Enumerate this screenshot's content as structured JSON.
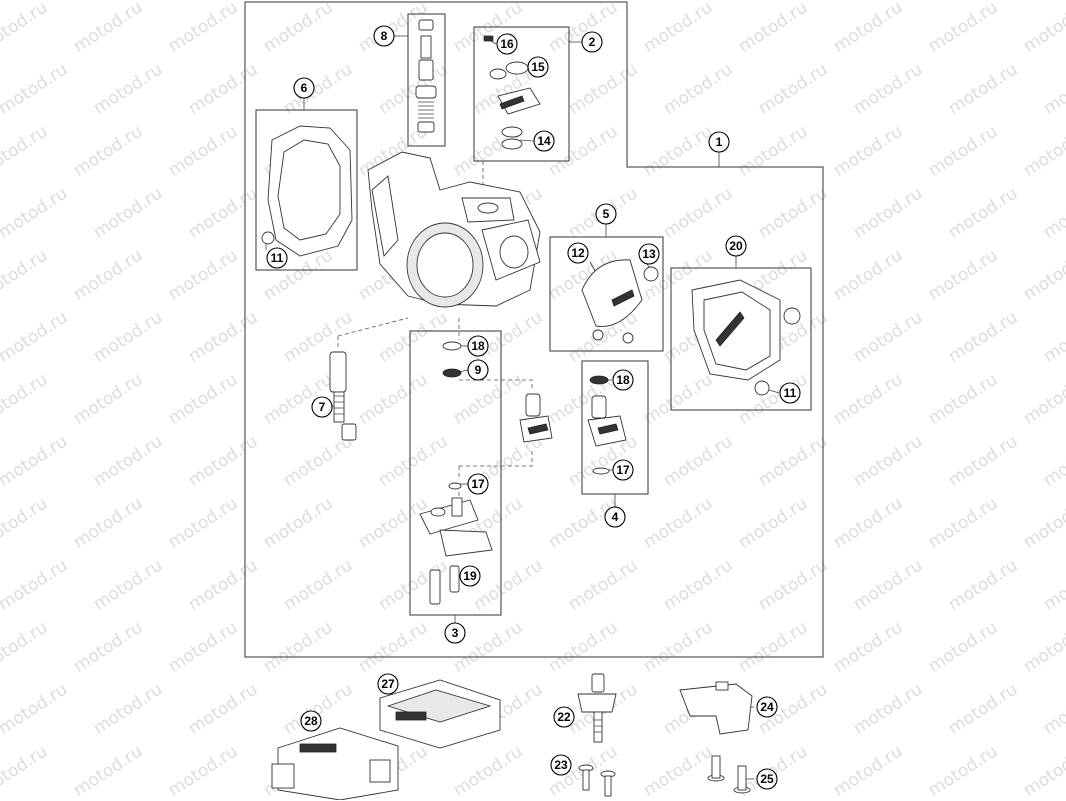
{
  "watermark": "motod.ru",
  "callouts": [
    {
      "id": "c1",
      "label": "1"
    },
    {
      "id": "c2",
      "label": "2"
    },
    {
      "id": "c3",
      "label": "3"
    },
    {
      "id": "c4",
      "label": "4"
    },
    {
      "id": "c5",
      "label": "5"
    },
    {
      "id": "c6",
      "label": "6"
    },
    {
      "id": "c7",
      "label": "7"
    },
    {
      "id": "c8",
      "label": "8"
    },
    {
      "id": "c9",
      "label": "9"
    },
    {
      "id": "c11a",
      "label": "11"
    },
    {
      "id": "c11b",
      "label": "11"
    },
    {
      "id": "c12",
      "label": "12"
    },
    {
      "id": "c13",
      "label": "13"
    },
    {
      "id": "c14",
      "label": "14"
    },
    {
      "id": "c15",
      "label": "15"
    },
    {
      "id": "c16",
      "label": "16"
    },
    {
      "id": "c17a",
      "label": "17"
    },
    {
      "id": "c17b",
      "label": "17"
    },
    {
      "id": "c18a",
      "label": "18"
    },
    {
      "id": "c18b",
      "label": "18"
    },
    {
      "id": "c19",
      "label": "19"
    },
    {
      "id": "c20",
      "label": "20"
    },
    {
      "id": "c22",
      "label": "22"
    },
    {
      "id": "c23",
      "label": "23"
    },
    {
      "id": "c24",
      "label": "24"
    },
    {
      "id": "c25",
      "label": "25"
    },
    {
      "id": "c27",
      "label": "27"
    },
    {
      "id": "c28",
      "label": "28"
    }
  ]
}
